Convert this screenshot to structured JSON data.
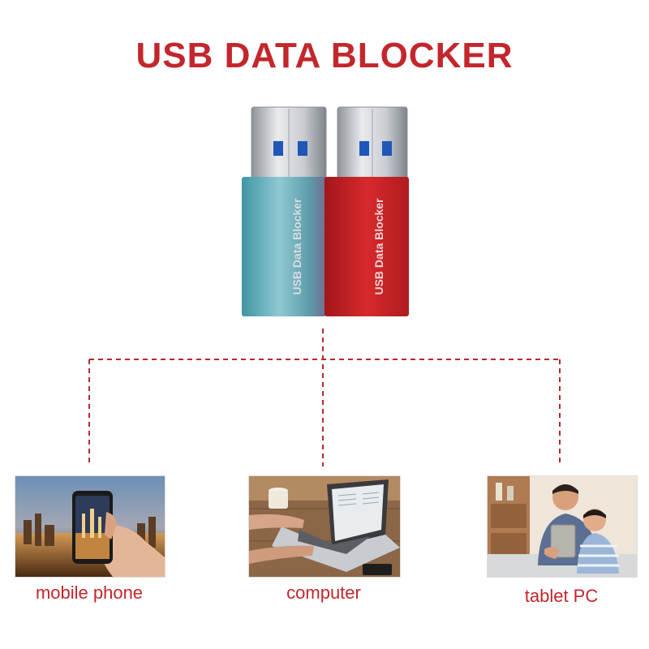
{
  "title": "USB DATA BLOCKER",
  "colors": {
    "title": "#c3262c",
    "connector_line": "#b52a2a",
    "label": "#c3262c",
    "blocker_blue": "#5aa8b4",
    "blocker_red": "#c61f23"
  },
  "blockers": [
    {
      "name": "blue-blocker",
      "text": "USB Data Blocker"
    },
    {
      "name": "red-blocker",
      "text": "USB Data Blocker"
    }
  ],
  "devices": [
    {
      "label": "mobile phone"
    },
    {
      "label": "computer"
    },
    {
      "label": "tablet PC"
    }
  ]
}
